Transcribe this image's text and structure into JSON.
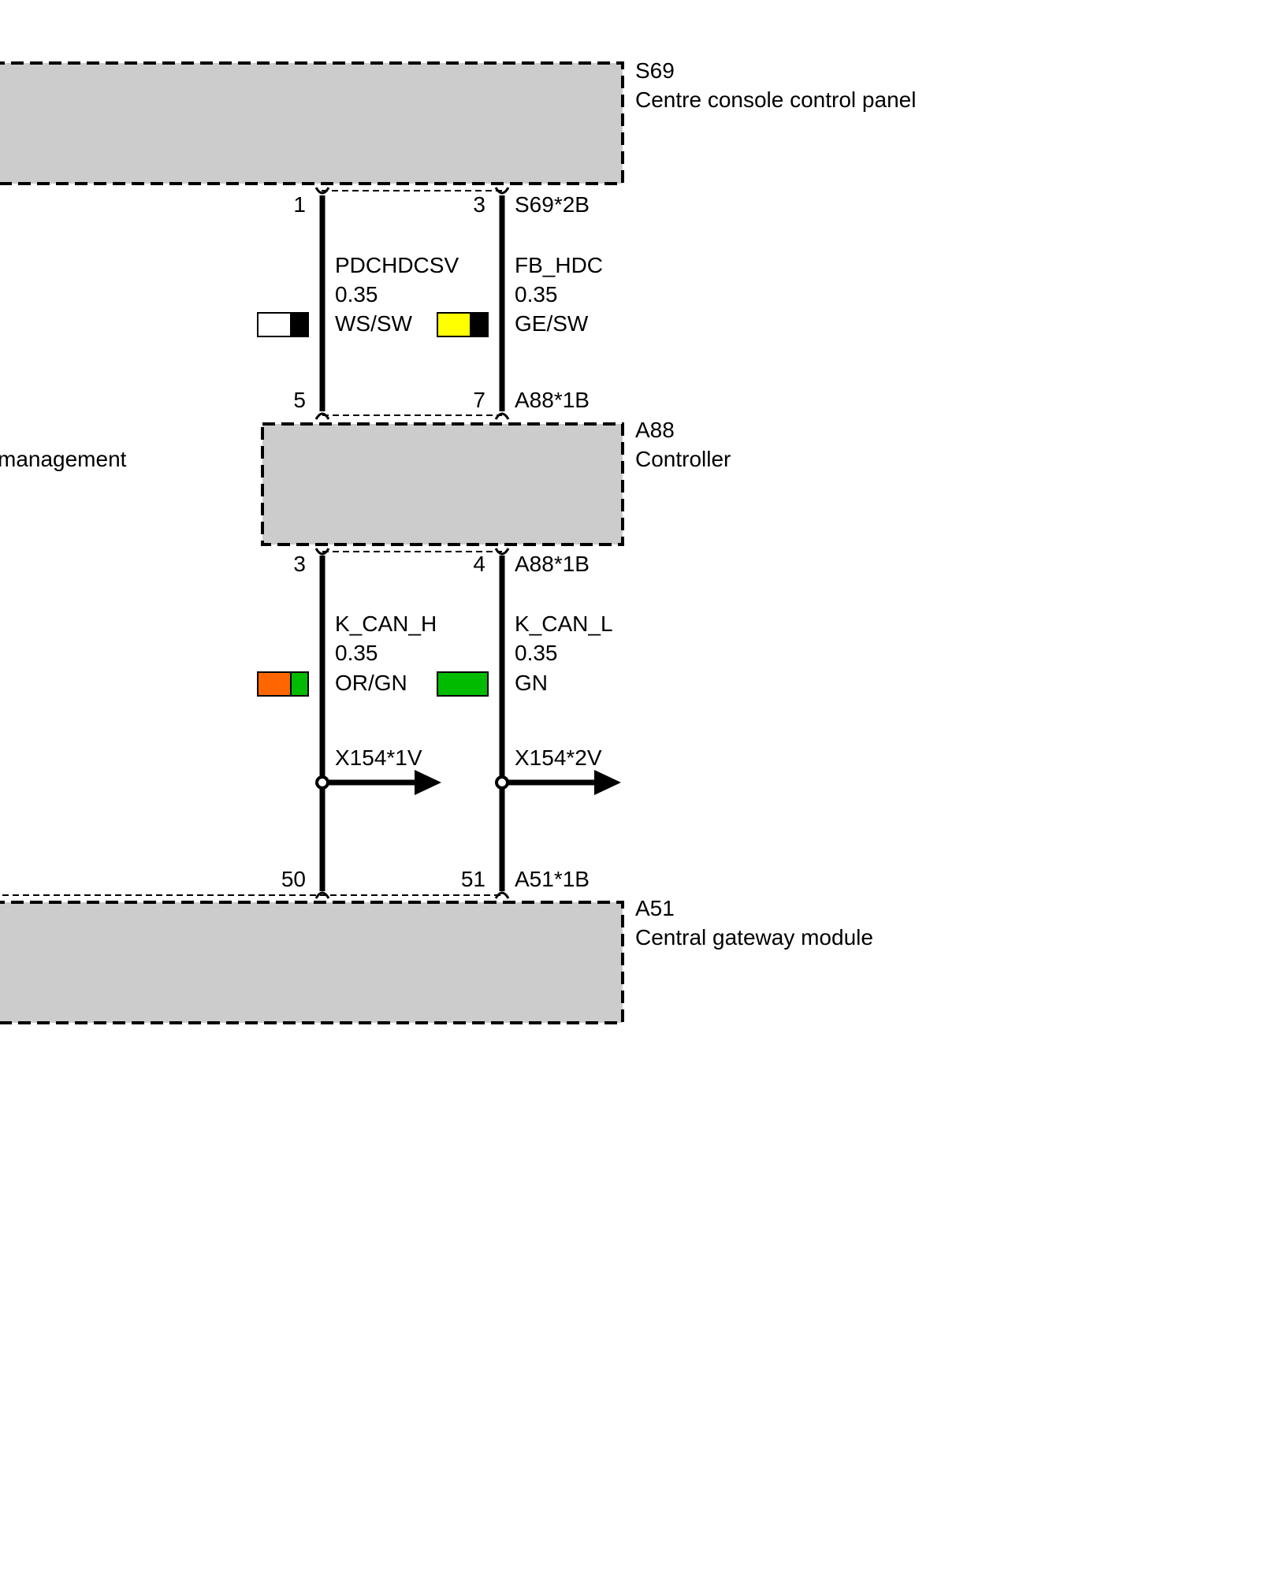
{
  "components": {
    "s69": {
      "code": "S69",
      "name": "Centre console control panel"
    },
    "a88": {
      "code": "A88",
      "name": "Controller"
    },
    "a51": {
      "code": "A51",
      "name": "Central gateway module"
    },
    "partial_label": "management"
  },
  "connectors": {
    "s69_2b": {
      "name": "S69*2B",
      "pins": [
        "1",
        "3"
      ]
    },
    "a88_1b_top": {
      "name": "A88*1B",
      "pins": [
        "5",
        "7"
      ]
    },
    "a88_1b_bottom": {
      "name": "A88*1B",
      "pins": [
        "3",
        "4"
      ]
    },
    "a51_1b": {
      "name": "A51*1B",
      "pins": [
        "50",
        "51"
      ]
    }
  },
  "wires": [
    {
      "signal": "PDCHDCSV",
      "size": "0.35",
      "color_code": "WS/SW",
      "colors": [
        "#ffffff",
        "#000000"
      ]
    },
    {
      "signal": "FB_HDC",
      "size": "0.35",
      "color_code": "GE/SW",
      "colors": [
        "#ffff00",
        "#000000"
      ]
    },
    {
      "signal": "K_CAN_H",
      "size": "0.35",
      "color_code": "OR/GN",
      "colors": [
        "#ff6600",
        "#00bb00"
      ]
    },
    {
      "signal": "K_CAN_L",
      "size": "0.35",
      "color_code": "GN",
      "colors": [
        "#00bb00"
      ]
    }
  ],
  "splices": [
    {
      "name": "X154*1V"
    },
    {
      "name": "X154*2V"
    }
  ]
}
